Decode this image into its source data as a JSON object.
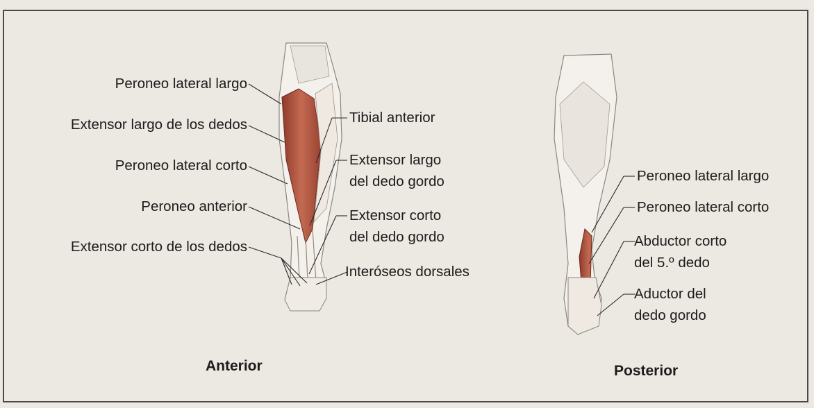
{
  "anterior": {
    "title": "Anterior",
    "left_labels": [
      "Peroneo lateral largo",
      "Extensor largo de los dedos",
      "Peroneo lateral corto",
      "Peroneo anterior",
      "Extensor corto de los dedos"
    ],
    "right_labels": [
      {
        "l1": "Tibial anterior",
        "l2": ""
      },
      {
        "l1": "Extensor largo",
        "l2": "del dedo gordo"
      },
      {
        "l1": "Extensor corto",
        "l2": "del dedo gordo"
      },
      {
        "l1": "Interóseos dorsales",
        "l2": ""
      }
    ]
  },
  "posterior": {
    "title": "Posterior",
    "labels": [
      {
        "l1": "Peroneo lateral largo",
        "l2": ""
      },
      {
        "l1": "Peroneo lateral corto",
        "l2": ""
      },
      {
        "l1": "Abductor corto",
        "l2": "del 5.º dedo"
      },
      {
        "l1": "Aductor del",
        "l2": "dedo gordo"
      }
    ]
  },
  "colors": {
    "background": "#ece8e2",
    "frame": "#4a4a4a",
    "muscle_red": "#b85a45",
    "leader_line": "#2a2a2a"
  }
}
